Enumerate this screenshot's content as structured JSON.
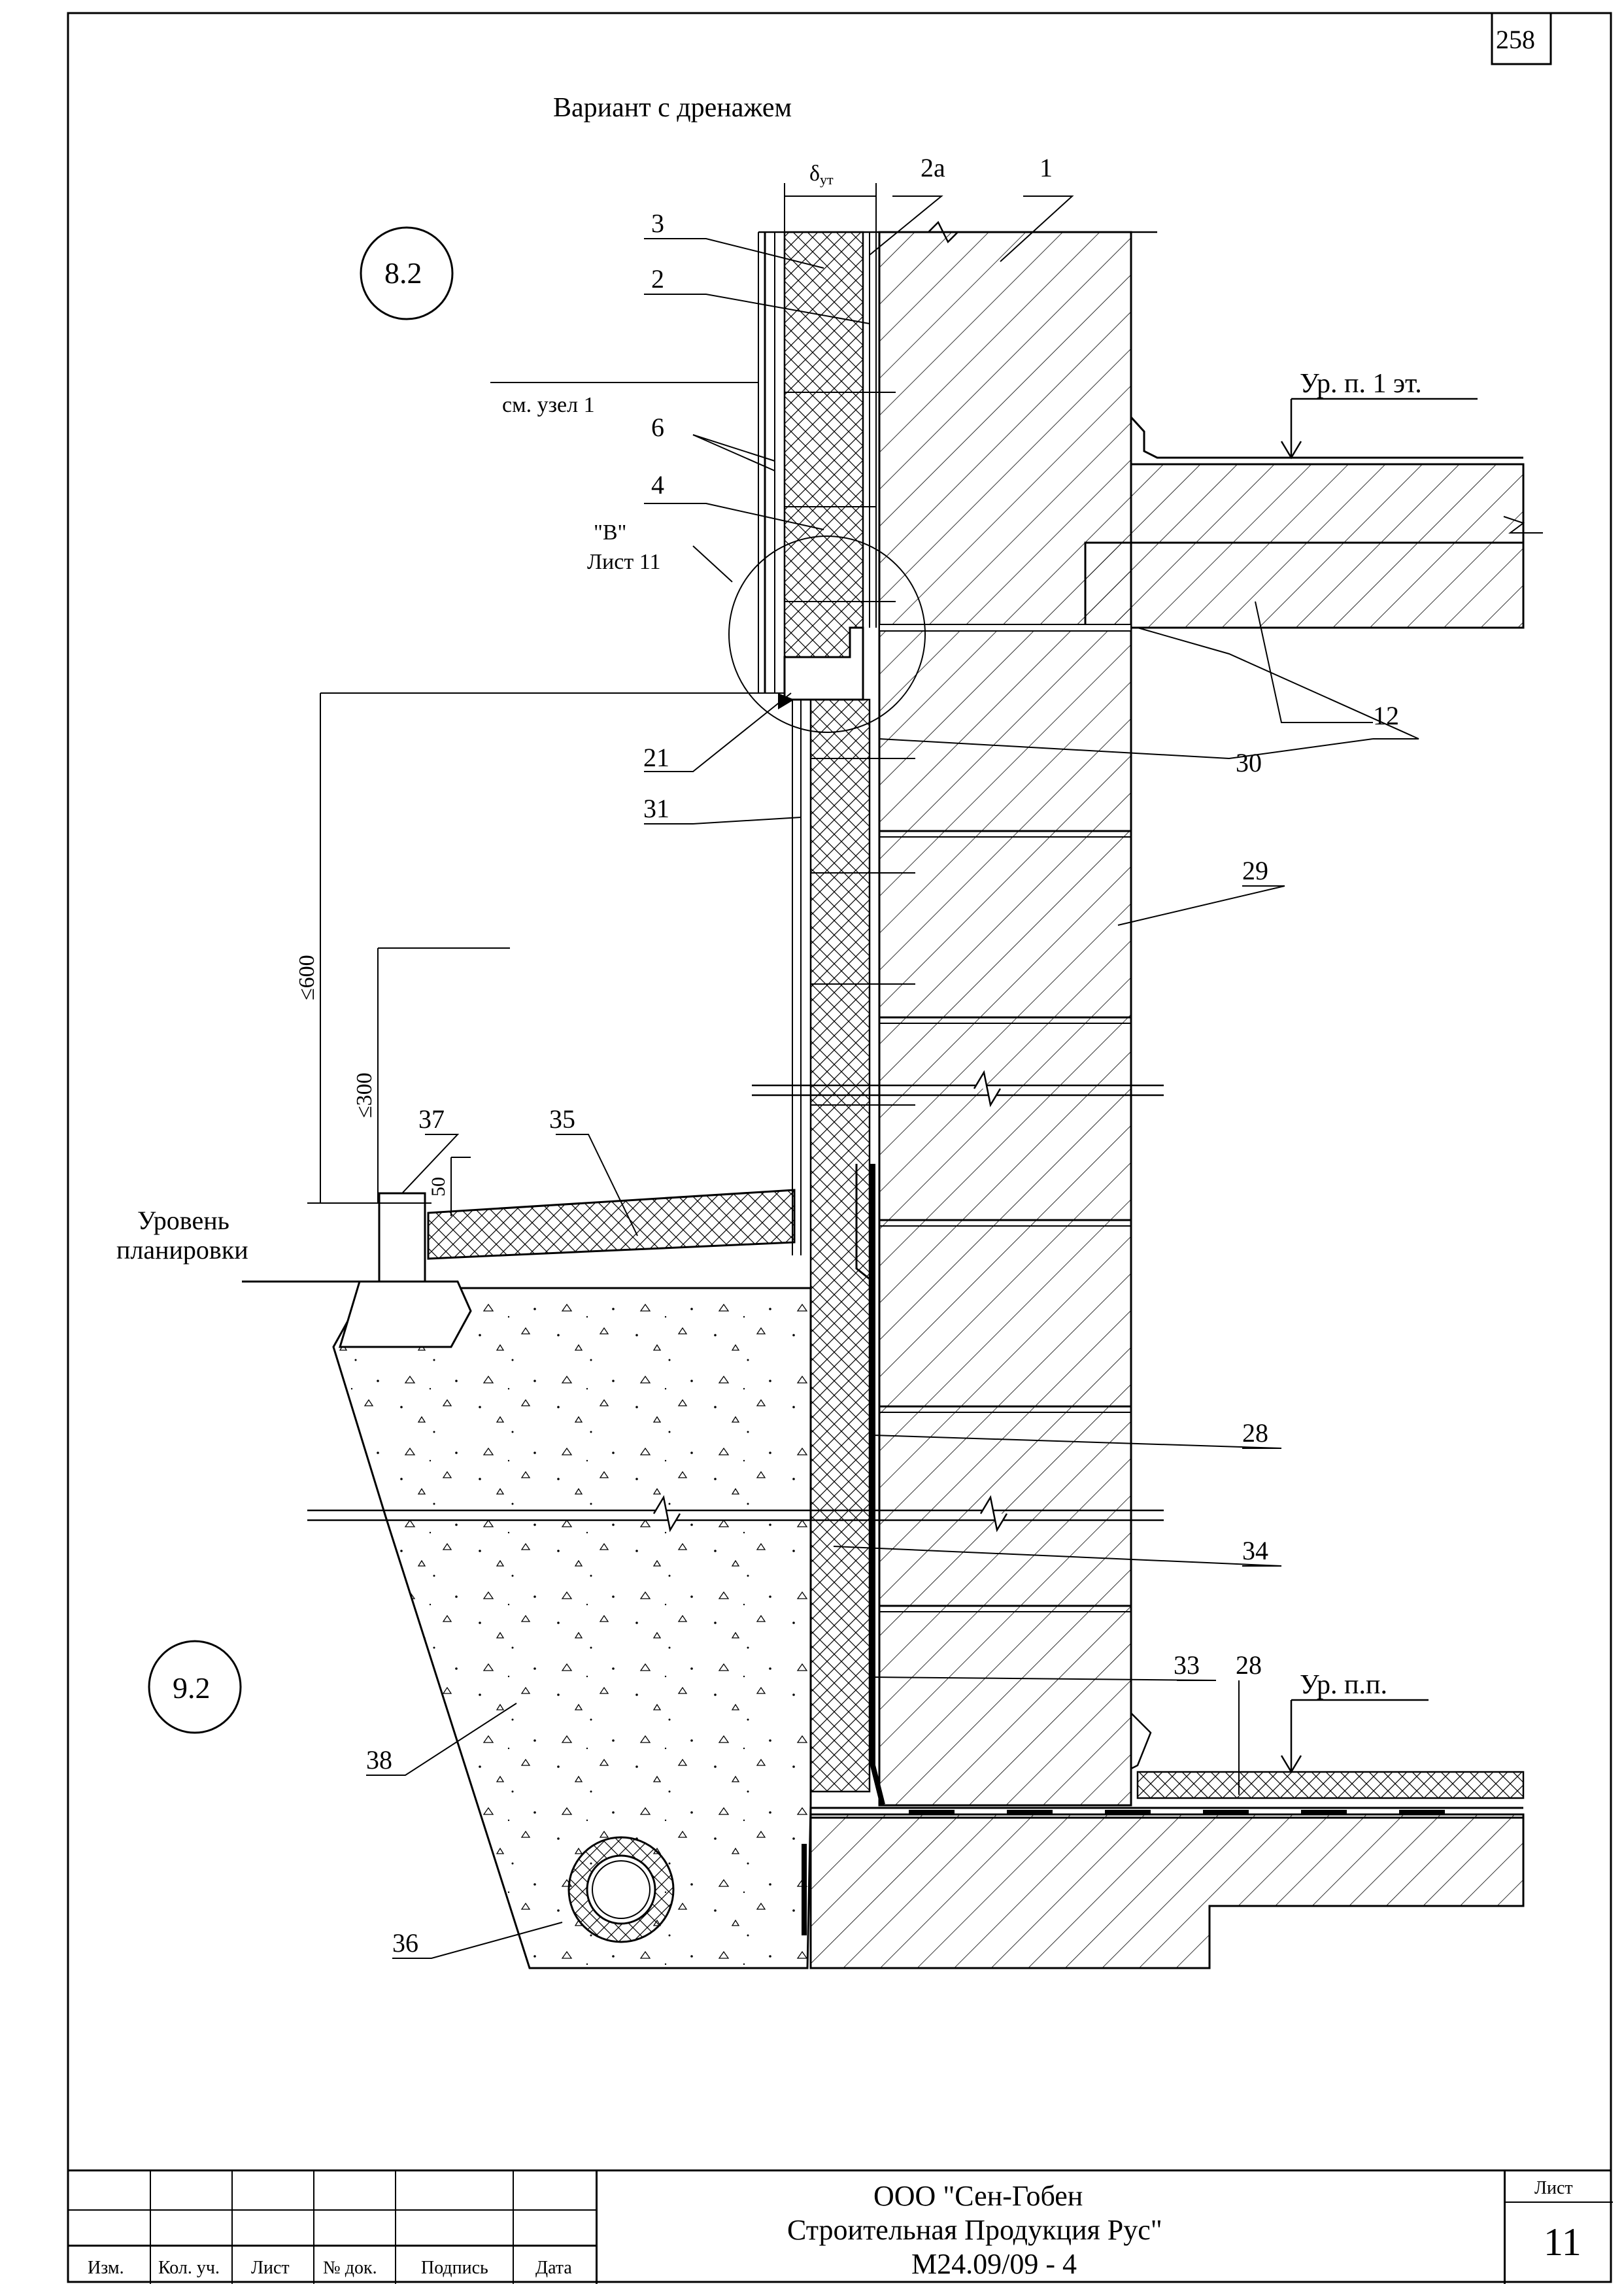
{
  "sheet": {
    "page_number": "258",
    "variant_title": "Вариант с дренажем",
    "node_a": "8.2",
    "node_b": "9.2"
  },
  "labels": {
    "delta": "δ",
    "delta_sub": "ут",
    "l_2a": "2а",
    "l_1": "1",
    "l_3": "3",
    "l_2": "2",
    "see_node": "см. узел 1",
    "l_6": "6",
    "l_4": "4",
    "ref_b": "\"В\"",
    "ref_sheet": "Лист 11",
    "l_21": "21",
    "l_31": "31",
    "l_12": "12",
    "l_30": "30",
    "l_29": "29",
    "l_37": "37",
    "l_35": "35",
    "l_28a": "28",
    "l_34": "34",
    "l_33": "33",
    "l_28b": "28",
    "l_38": "38",
    "l_36": "36",
    "level_floor1": "Ур. п. 1 эт.",
    "level_floor": "Ур. п.п.",
    "grade_1": "Уровень",
    "grade_2": "планировки",
    "dim_600": "≤600",
    "dim_300": "≤300",
    "dim_50": "50"
  },
  "title_block": {
    "company_1": "ООО \"Сен-Гобен",
    "company_2": "Строительная Продукция Рус\"",
    "doc_code": "М24.09/09 - 4",
    "sheet_label": "Лист",
    "sheet_number": "11",
    "columns": [
      "Изм.",
      "Кол. уч.",
      "Лист",
      "№ док.",
      "Подпись",
      "Дата"
    ]
  }
}
